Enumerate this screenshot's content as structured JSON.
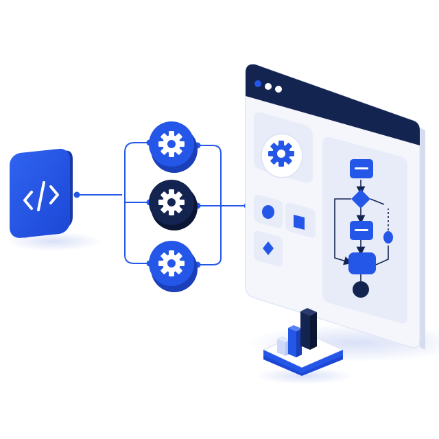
{
  "colors": {
    "background": "#ffffff",
    "primary_blue": "#2456e8",
    "dark_blue": "#142451",
    "light_blue": "#cdd8fb",
    "panel_bg": "#f4f6fc",
    "panel_inner": "#eceff9",
    "connector": "#2456e8",
    "window_bar_dot": "#2456e8",
    "window_bar_dot_light": "#ffffff"
  },
  "icons": {
    "code_tile": "code-brackets-icon",
    "gear_nodes": [
      "gear-icon",
      "gear-icon",
      "gear-icon"
    ],
    "window_gear": "gear-icon",
    "shapes": [
      "circle-shape",
      "square-shape",
      "diamond-shape"
    ],
    "flowchart": "flowchart-icon",
    "bar_chart": "bar-chart-icon"
  }
}
